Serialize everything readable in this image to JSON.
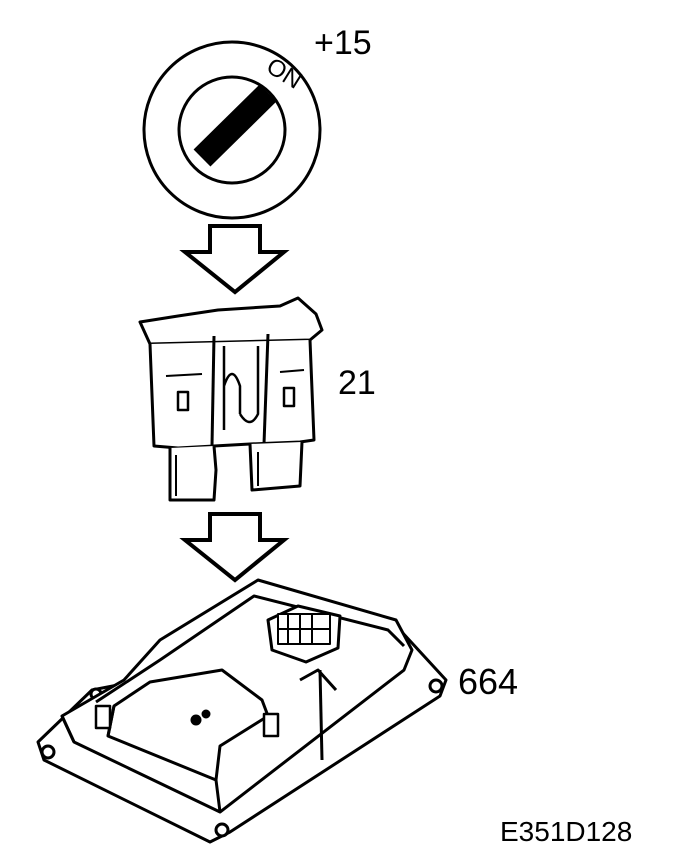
{
  "labels": {
    "ignition": "+15",
    "on_marking": "ON",
    "fuse": "21",
    "module": "664",
    "figure_code": "E351D128"
  },
  "icons": [
    "ignition-switch-icon",
    "arrow-down-icon",
    "fuse-icon",
    "control-module-icon"
  ],
  "colors": {
    "ink": "#000000",
    "paper": "#ffffff"
  }
}
